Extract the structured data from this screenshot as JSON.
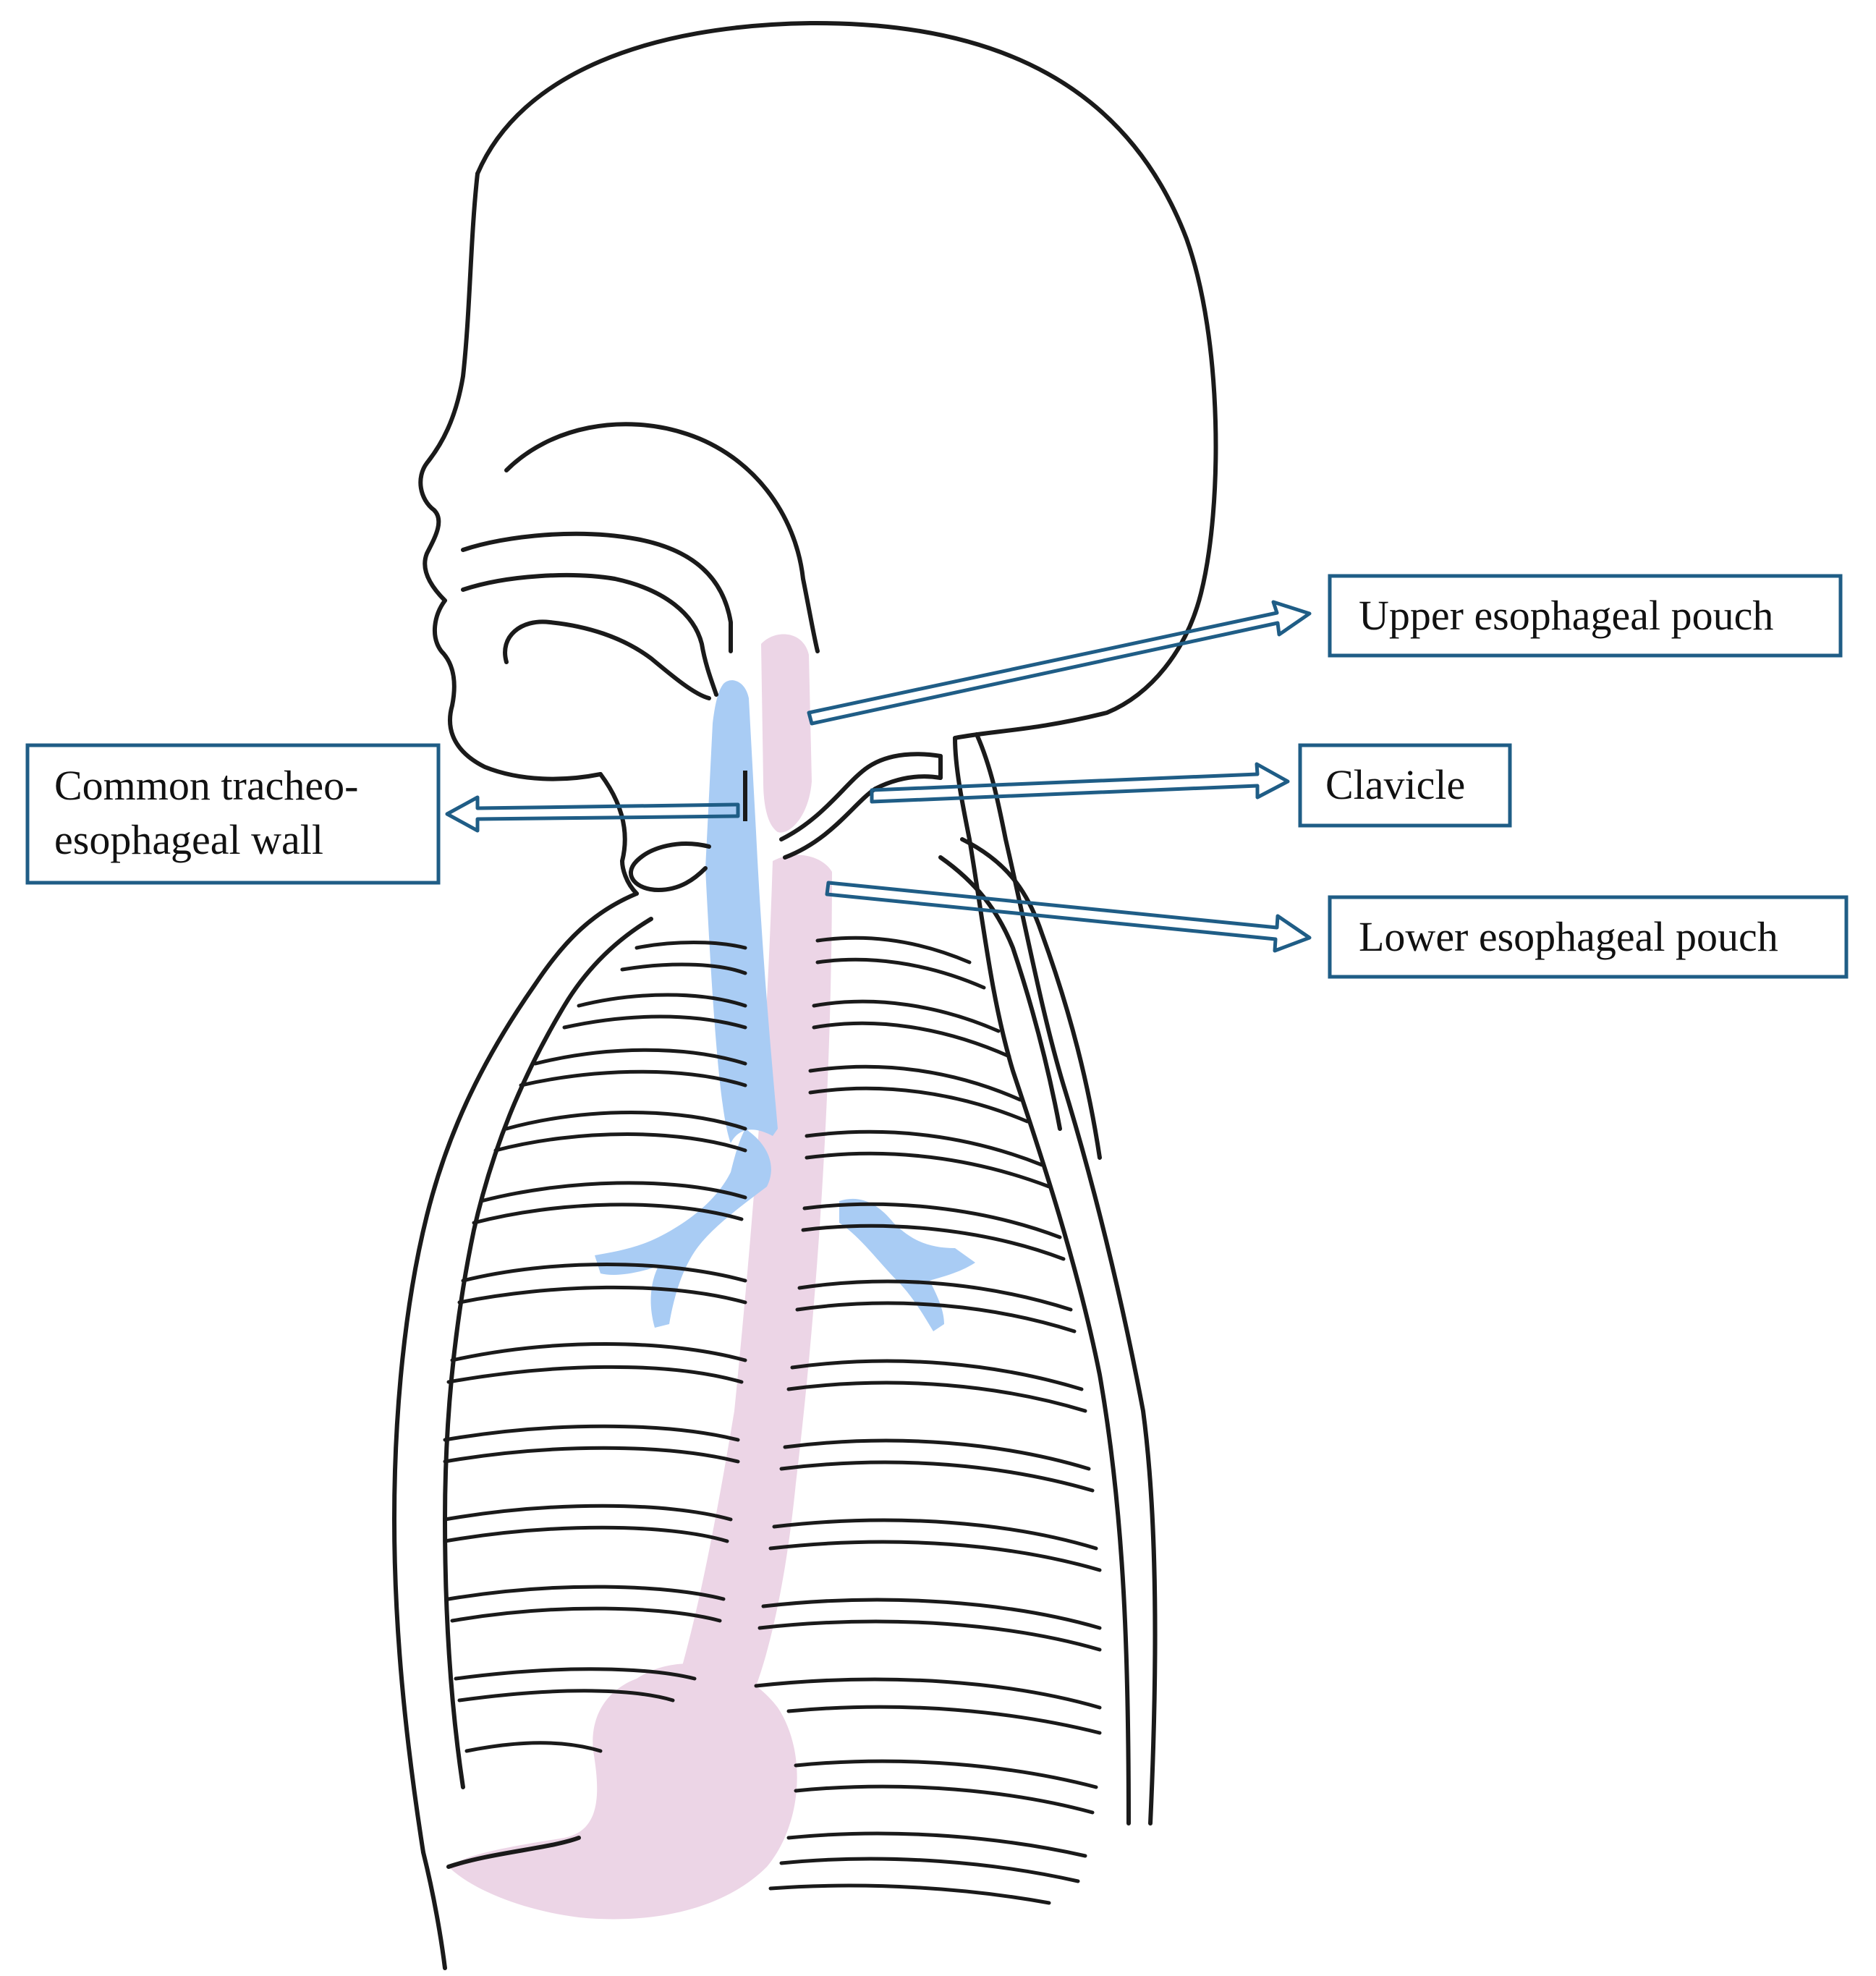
{
  "colors": {
    "outline": "#1a1a1a",
    "trachea": "#a9ccf4",
    "esophagus": "#ecd5e6",
    "label_border": "#1f5d86"
  },
  "labels": {
    "upper_pouch": "Upper esophageal pouch",
    "clavicle": "Clavicle",
    "lower_pouch": "Lower esophageal pouch",
    "common_wall_line1": "Common tracheo-",
    "common_wall_line2": "esophageal wall"
  }
}
